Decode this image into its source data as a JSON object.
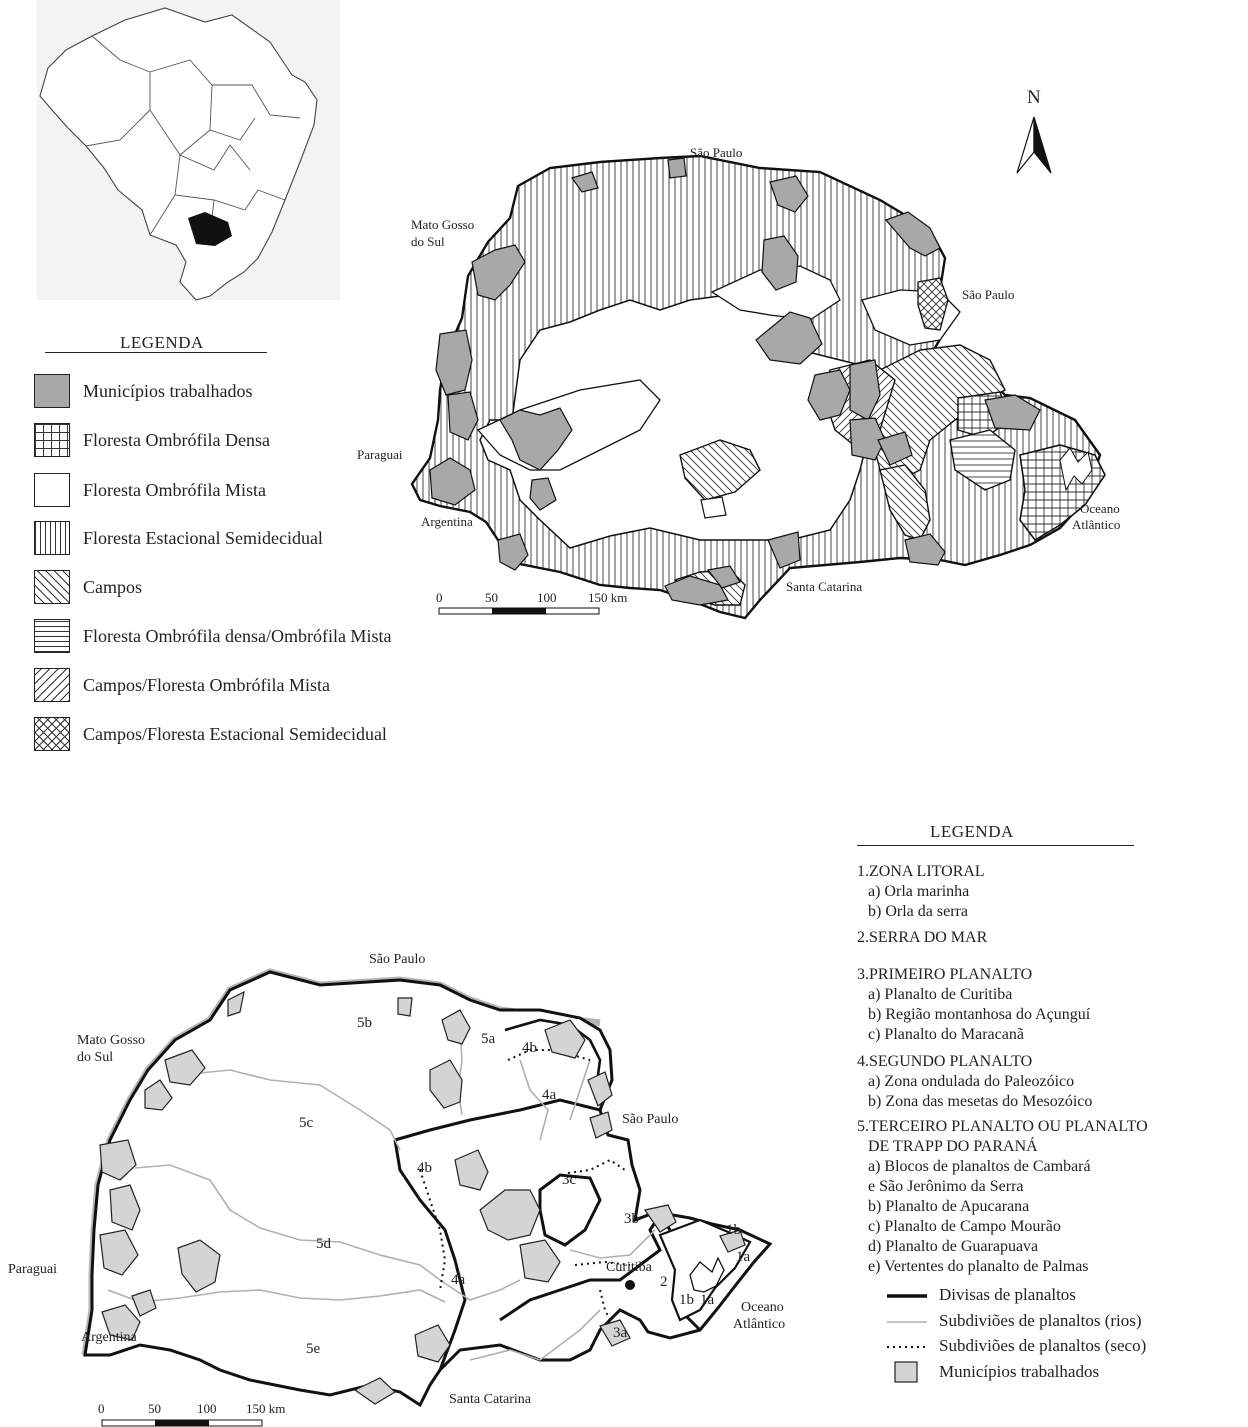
{
  "top_map": {
    "legend_title": "LEGENDA",
    "legend": [
      {
        "label": "Municípios trabalhados",
        "pattern": "gray"
      },
      {
        "label": "Floresta Ombrófila Densa",
        "pattern": "grid"
      },
      {
        "label": "Floresta Ombrófila Mista",
        "pattern": "blank"
      },
      {
        "label": "Floresta Estacional Semidecidual",
        "pattern": "vertical"
      },
      {
        "label": "Campos",
        "pattern": "diag-down"
      },
      {
        "label": "Floresta Ombrófila densa/Ombrófila Mista",
        "pattern": "horizontal"
      },
      {
        "label": "Campos/Floresta Ombrófila Mista",
        "pattern": "diag-up"
      },
      {
        "label": "Campos/Floresta Estacional Semidecidual",
        "pattern": "crosshatch"
      }
    ],
    "place_labels": {
      "sao_paulo_north": "São Paulo",
      "mato_grosso_1": "Mato Gosso",
      "mato_grosso_2": "do Sul",
      "sao_paulo_east": "São Paulo",
      "paraguai": "Paraguai",
      "argentina": "Argentina",
      "oceano": "Oceano",
      "atlantico": "Atlântico",
      "santa_catarina": "Santa Catarina"
    },
    "north_label": "N",
    "scale": [
      "0",
      "50",
      "100",
      "150 km"
    ]
  },
  "bottom_map": {
    "legend_title": "LEGENDA",
    "legend_groups": [
      {
        "items": [
          "1.ZONA LITORAL",
          "a) Orla marinha",
          "b) Orla da serra"
        ]
      },
      {
        "items": [
          "2.SERRA DO MAR"
        ]
      },
      {
        "items": [
          "3.PRIMEIRO PLANALTO",
          "a) Planalto de Curitiba",
          "b) Região montanhosa do Açunguí",
          "c) Planalto do Maracanã"
        ]
      },
      {
        "items": [
          "4.SEGUNDO PLANALTO",
          "a) Zona ondulada do Paleozóico",
          "b) Zona das mesetas do Mesozóico"
        ]
      },
      {
        "items": [
          "5.TERCEIRO PLANALTO OU PLANALTO",
          "DE TRAPP DO PARANÁ",
          "a) Blocos de planaltos de Cambará",
          "e São Jerônimo da Serra",
          "b) Planalto de Apucarana",
          "c) Planalto de Campo Mourão",
          "d) Planalto de Guarapuava",
          "e) Vertentes do planalto de Palmas"
        ]
      }
    ],
    "line_key": [
      {
        "label": "Divisas de planaltos",
        "style": "thick"
      },
      {
        "label": "Subdiviões de planaltos (rios)",
        "style": "gray"
      },
      {
        "label": "Subdiviões de planaltos (seco)",
        "style": "dotted"
      },
      {
        "label": "Municípios trabalhados",
        "style": "box"
      }
    ],
    "place_labels": {
      "sao_paulo_north": "São Paulo",
      "mato_grosso_1": "Mato Gosso",
      "mato_grosso_2": "do Sul",
      "sao_paulo_east": "São Paulo",
      "paraguai": "Paraguai",
      "argentina": "Argentina",
      "oceano": "Oceano",
      "atlantico": "Atlântico",
      "santa_catarina": "Santa Catarina",
      "curitiba": "Curitiba"
    },
    "region_codes": {
      "r5b": "5b",
      "r5a": "5a",
      "r4b_top": "4b",
      "r4a_top": "4a",
      "r5c": "5c",
      "r4b": "4b",
      "r3c": "3c",
      "r3b": "3b",
      "r5d": "5d",
      "r4a": "4a",
      "r1b_top": "1b",
      "r1a_top": "1a",
      "r2": "2",
      "r1b": "1b",
      "r1a": "1a",
      "r3a": "3a",
      "r5e": "5e"
    },
    "scale": [
      "0",
      "50",
      "100",
      "150 km"
    ]
  }
}
